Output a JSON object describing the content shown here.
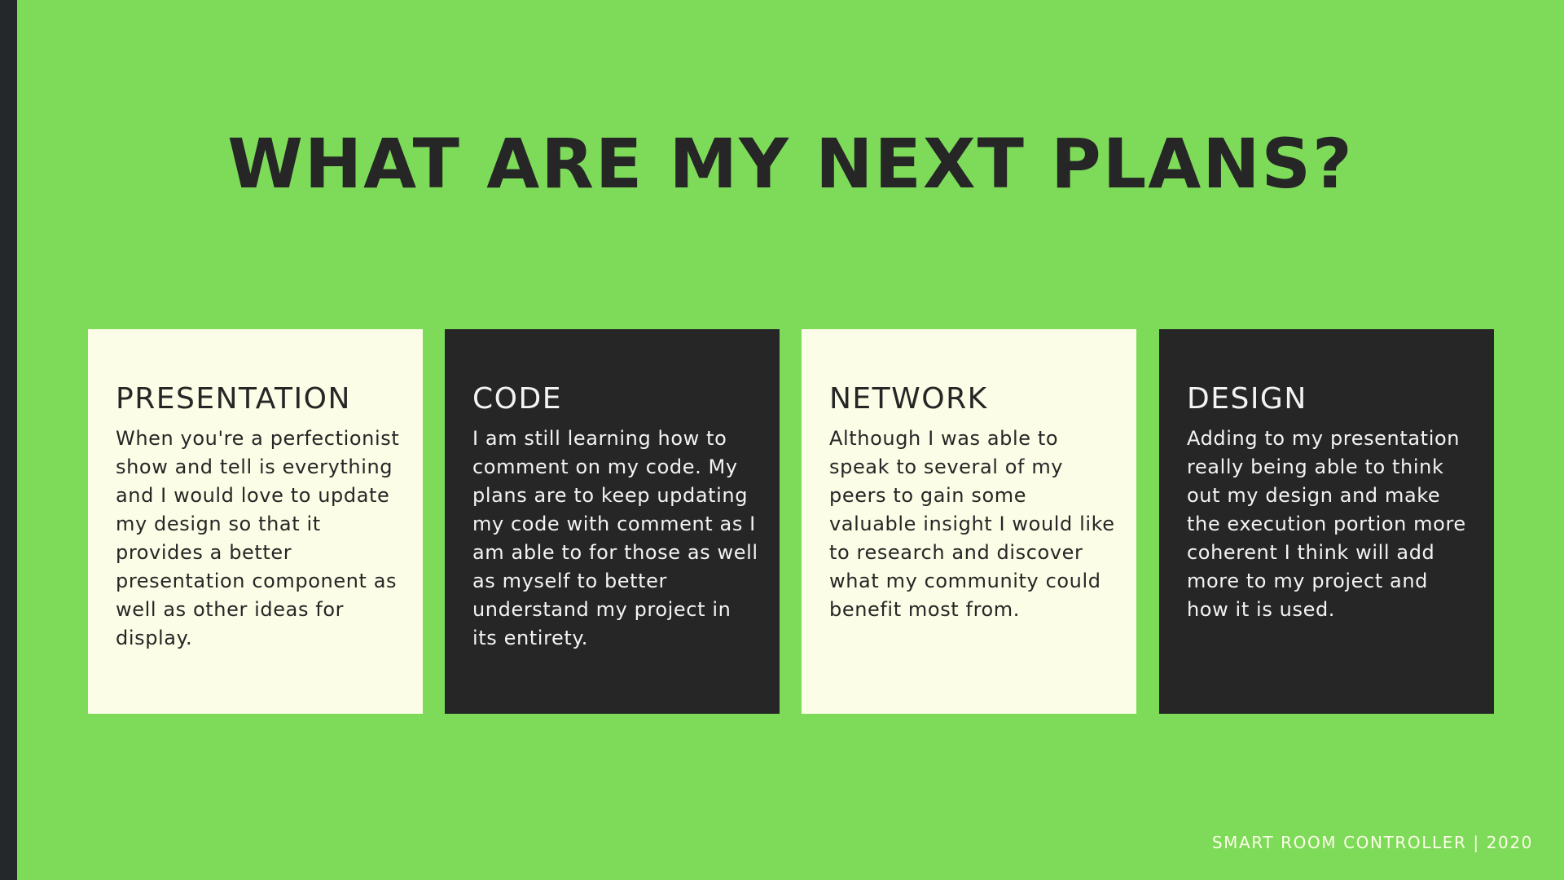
{
  "slide": {
    "title": "WHAT ARE MY NEXT PLANS?",
    "footer": "SMART ROOM CONTROLLER | 2020",
    "colors": {
      "background": "#7edb5a",
      "sidebar": "#25282a",
      "card_light": "#fcfde6",
      "card_dark": "#262626",
      "text_dark": "#262626",
      "text_light": "#f3f3f3"
    },
    "cards": [
      {
        "heading": "PRESENTATION",
        "body": "When you're a perfectionist show and tell is everything and I would love to update my design so that it provides a better presentation component as well as other ideas for display."
      },
      {
        "heading": "CODE",
        "body": "I am still learning how to comment on my code. My plans are to keep updating my code with comment as I am able to for those as well as myself to better understand my project in its entirety."
      },
      {
        "heading": "NETWORK",
        "body": "Although I was able to speak to several of my peers to gain some valuable insight I would like to research and discover what my community could benefit most from."
      },
      {
        "heading": "DESIGN",
        "body": "Adding to my presentation really being able to think out my design and make the execution portion more coherent I think will add more to my project and how it is used."
      }
    ]
  }
}
